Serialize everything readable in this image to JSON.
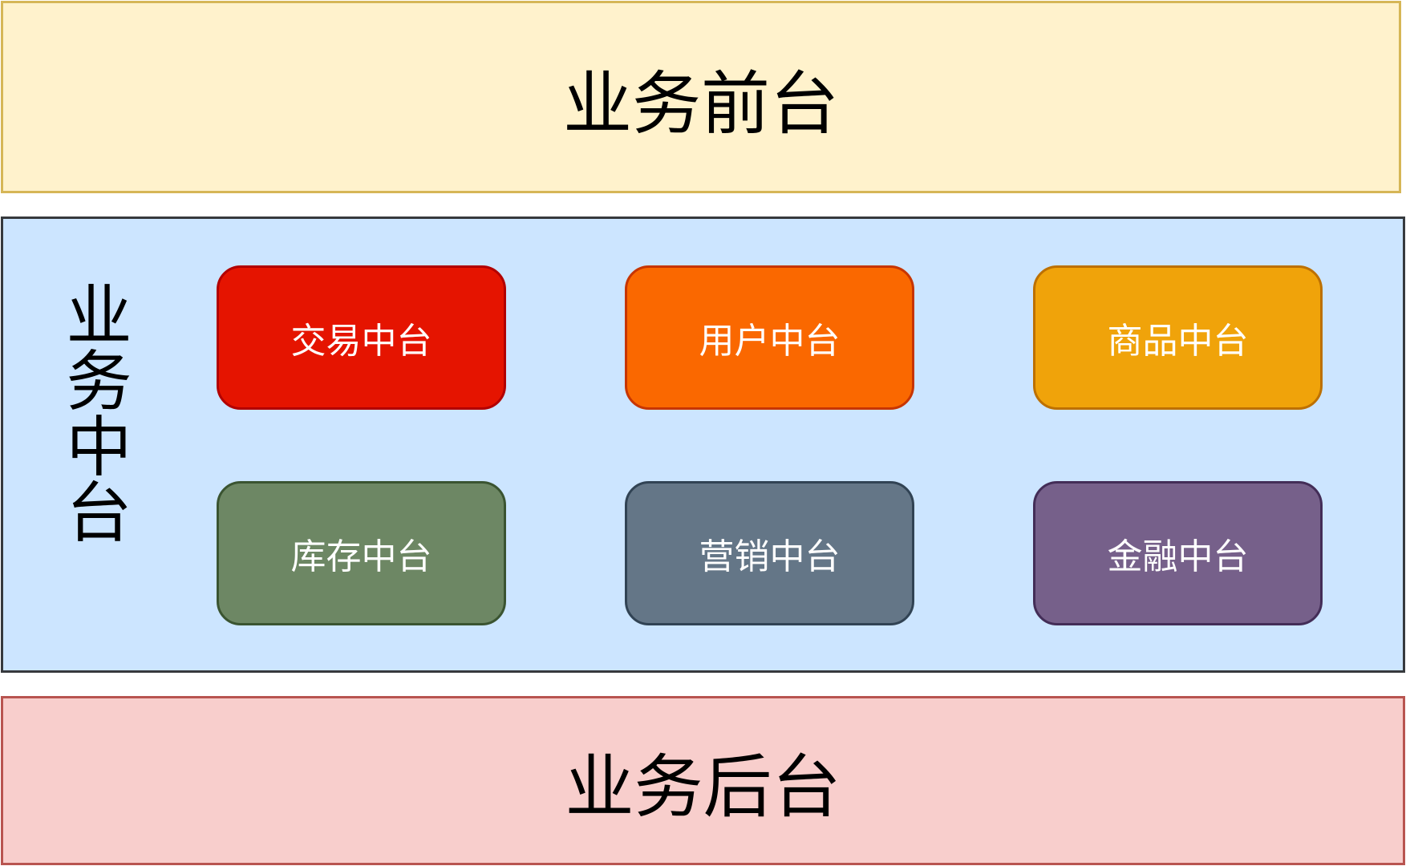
{
  "front": {
    "label": "业务前台"
  },
  "middle": {
    "label": "业务中台",
    "modules": [
      {
        "label": "交易中台",
        "fill": "#e51400",
        "stroke": "#b20000"
      },
      {
        "label": "用户中台",
        "fill": "#fa6800",
        "stroke": "#c73500"
      },
      {
        "label": "商品中台",
        "fill": "#f0a30a",
        "stroke": "#bd7000"
      },
      {
        "label": "库存中台",
        "fill": "#6d8764",
        "stroke": "#3a5431"
      },
      {
        "label": "营销中台",
        "fill": "#647687",
        "stroke": "#314354"
      },
      {
        "label": "金融中台",
        "fill": "#76608a",
        "stroke": "#432d57"
      }
    ]
  },
  "back": {
    "label": "业务后台"
  }
}
